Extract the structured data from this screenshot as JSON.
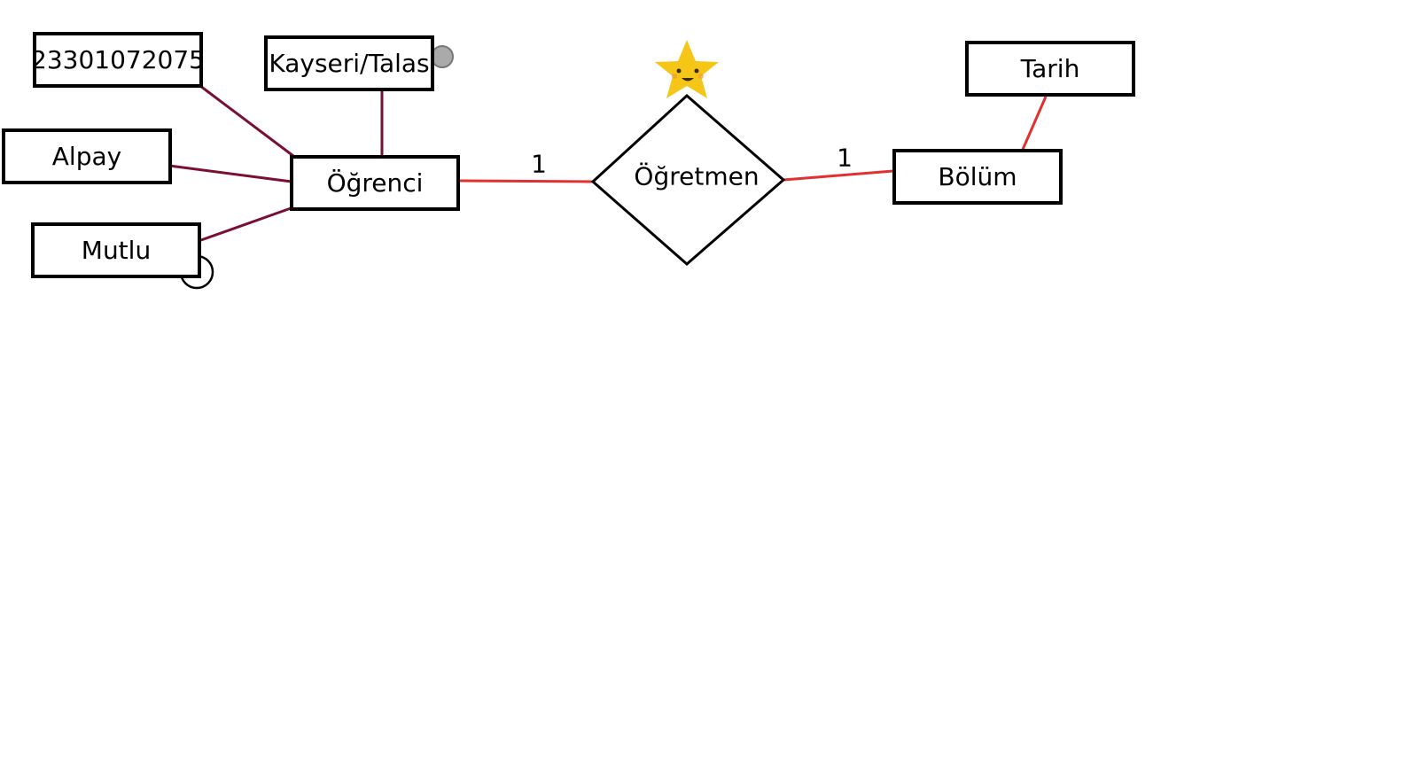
{
  "diagram": {
    "central_entity": "Öğrenci",
    "relationship": "Öğretmen",
    "related_entity": "Bölüm",
    "attributes_left": [
      "23301072075",
      "Kayseri/Talas",
      "Alpay",
      "Mutlu"
    ],
    "attribute_right": "Tarih",
    "cardinality_left": "1",
    "cardinality_right": "1"
  },
  "colors": {
    "attribute_line": "#7a1030",
    "relation_line": "#e03030",
    "border": "#000000",
    "star": "#f5c518"
  },
  "icons": {
    "star": "smiling-star-sticker-icon",
    "target": "target-circle-icon",
    "dot": "gray-dot-icon"
  }
}
